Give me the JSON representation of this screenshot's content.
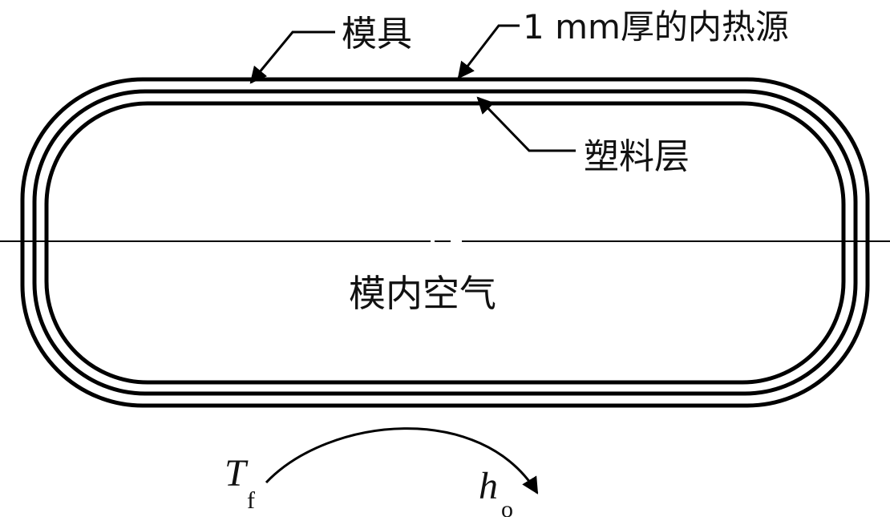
{
  "labels": {
    "mold": "模具",
    "heat_source": "1 mm厚的内热源",
    "plastic_layer": "塑料层",
    "mold_air": "模内空气",
    "Tf_main": "T",
    "Tf_sub": "f",
    "ho_main": "h",
    "ho_sub": "o"
  },
  "colors": {
    "stroke": "#000000",
    "background": "#ffffff"
  }
}
